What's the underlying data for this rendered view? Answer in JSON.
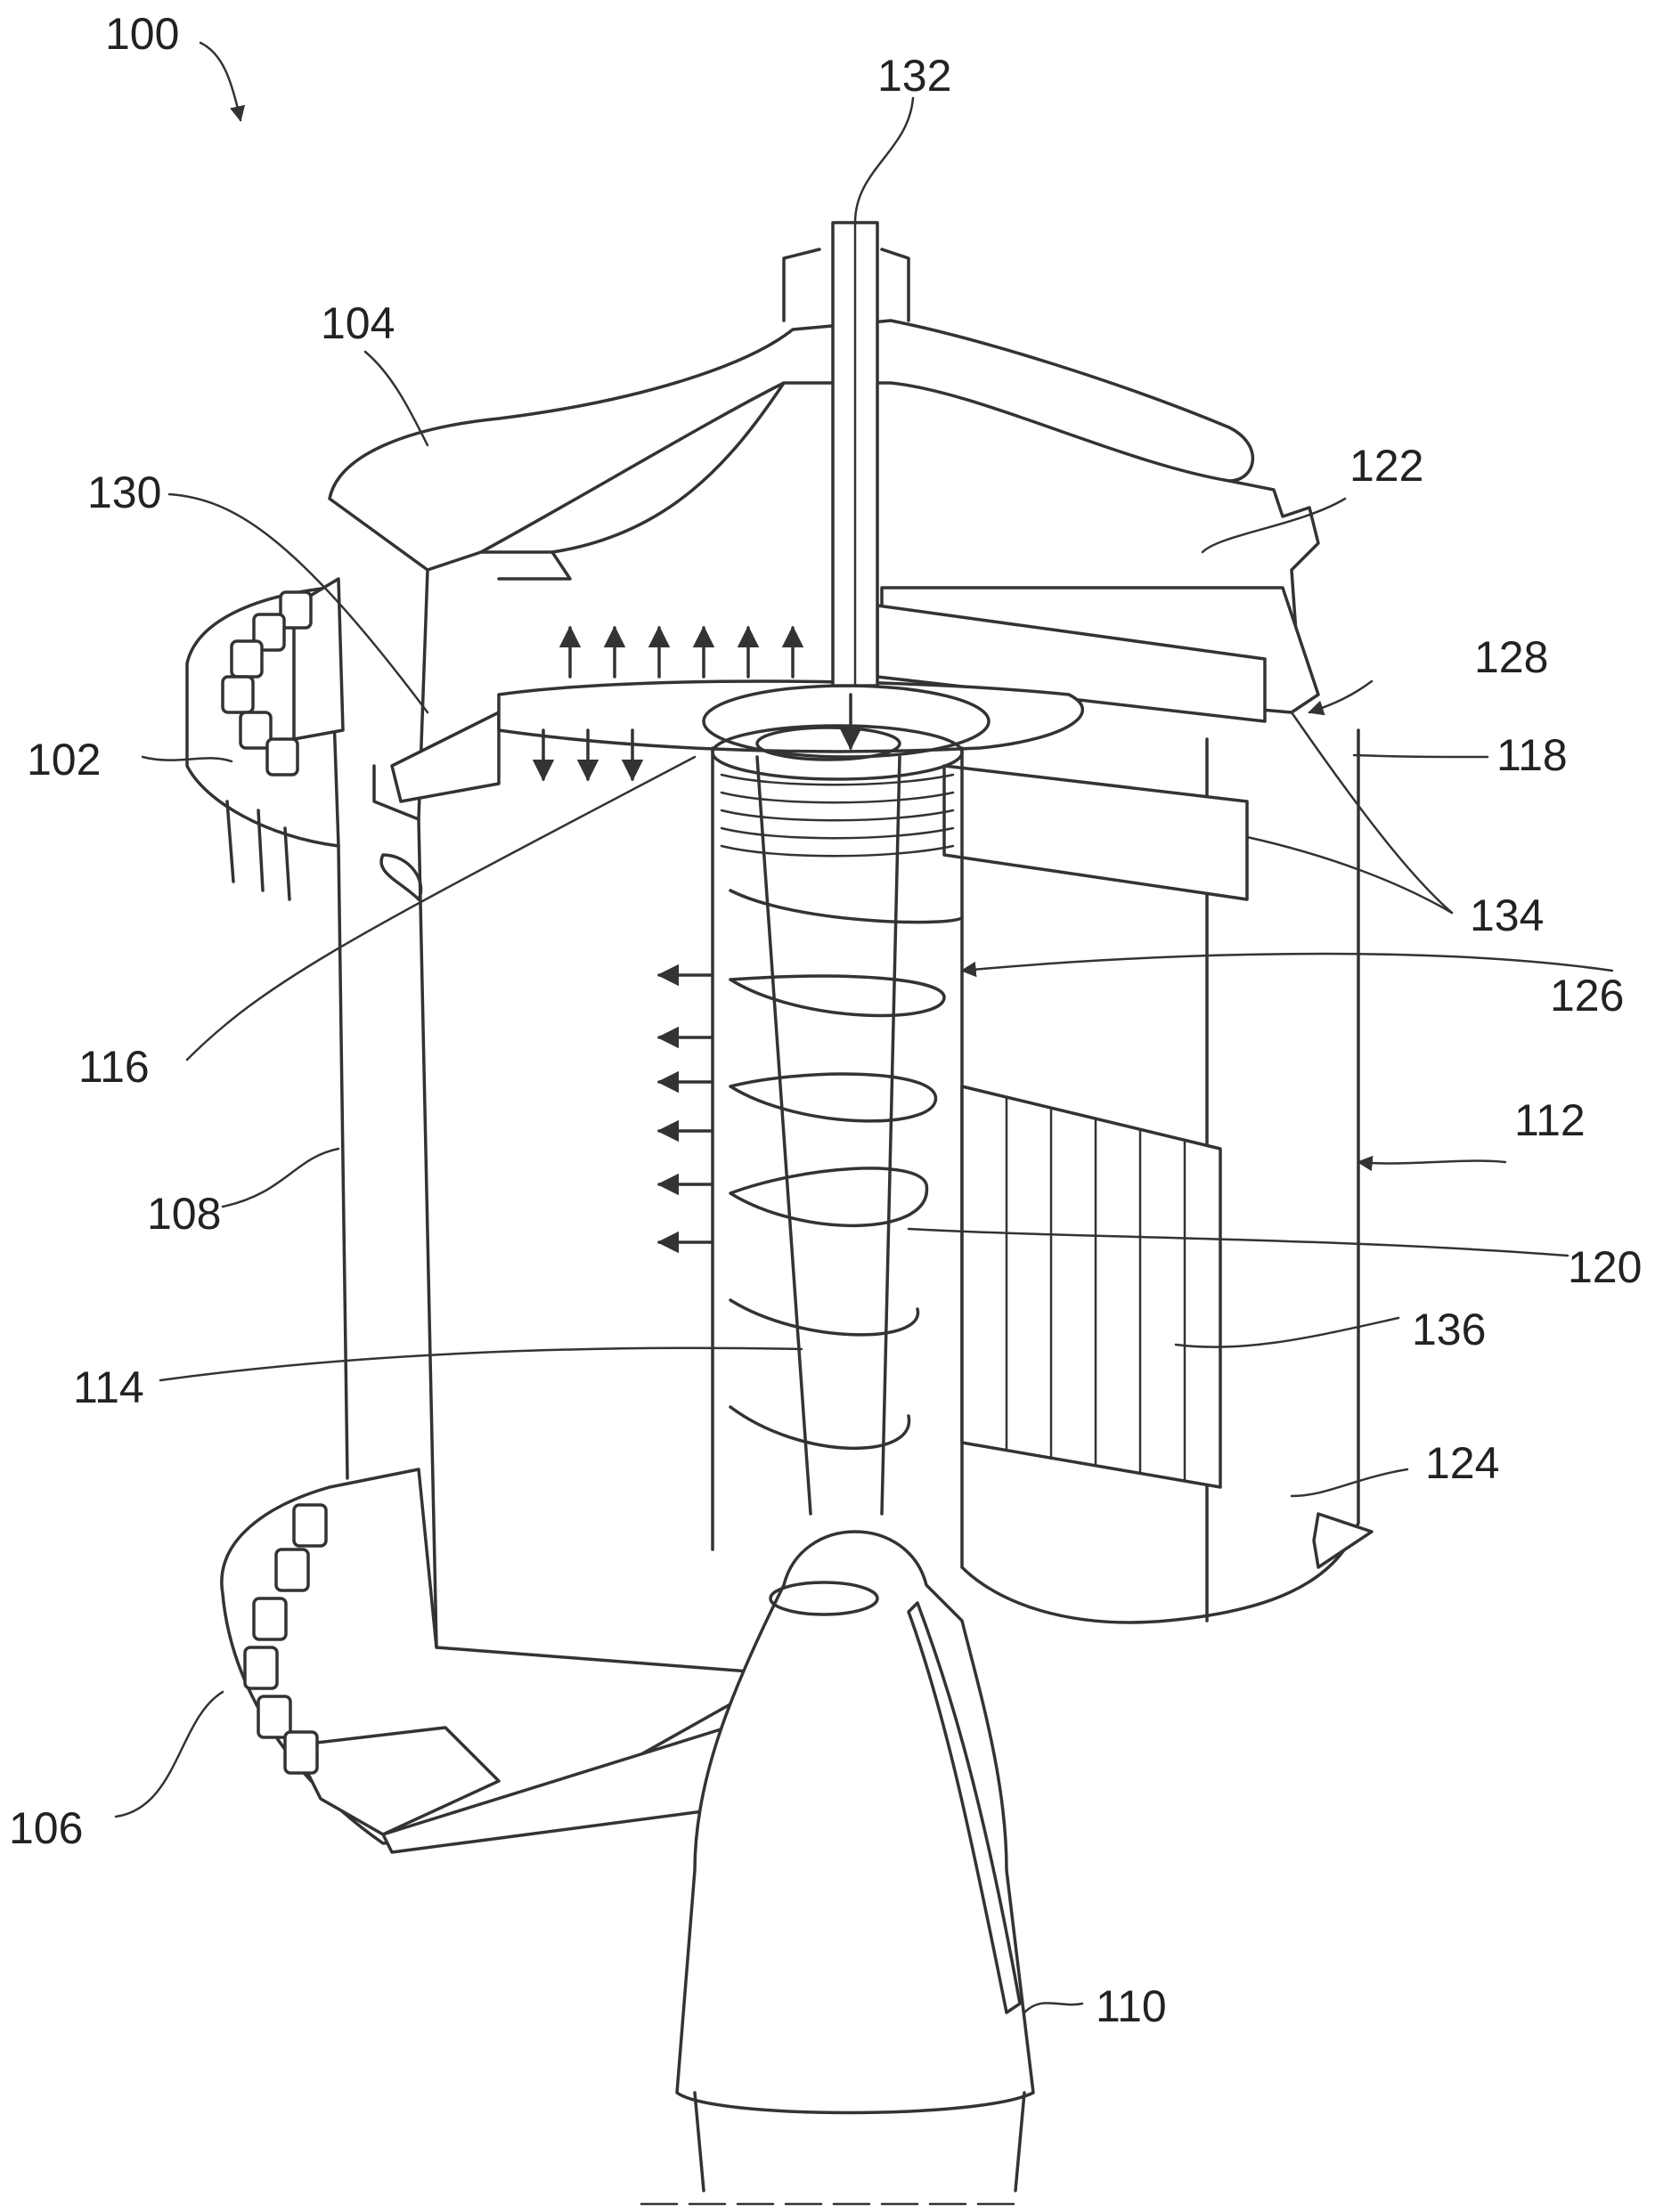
{
  "figure": {
    "labels": {
      "l100": "100",
      "l132": "132",
      "l104": "104",
      "l130": "130",
      "l122": "122",
      "l128": "128",
      "l102": "102",
      "l118": "118",
      "l134": "134",
      "l126": "126",
      "l116": "116",
      "l112": "112",
      "l108": "108",
      "l120": "120",
      "l136": "136",
      "l114": "114",
      "l124": "124",
      "l106": "106",
      "l110": "110"
    }
  }
}
